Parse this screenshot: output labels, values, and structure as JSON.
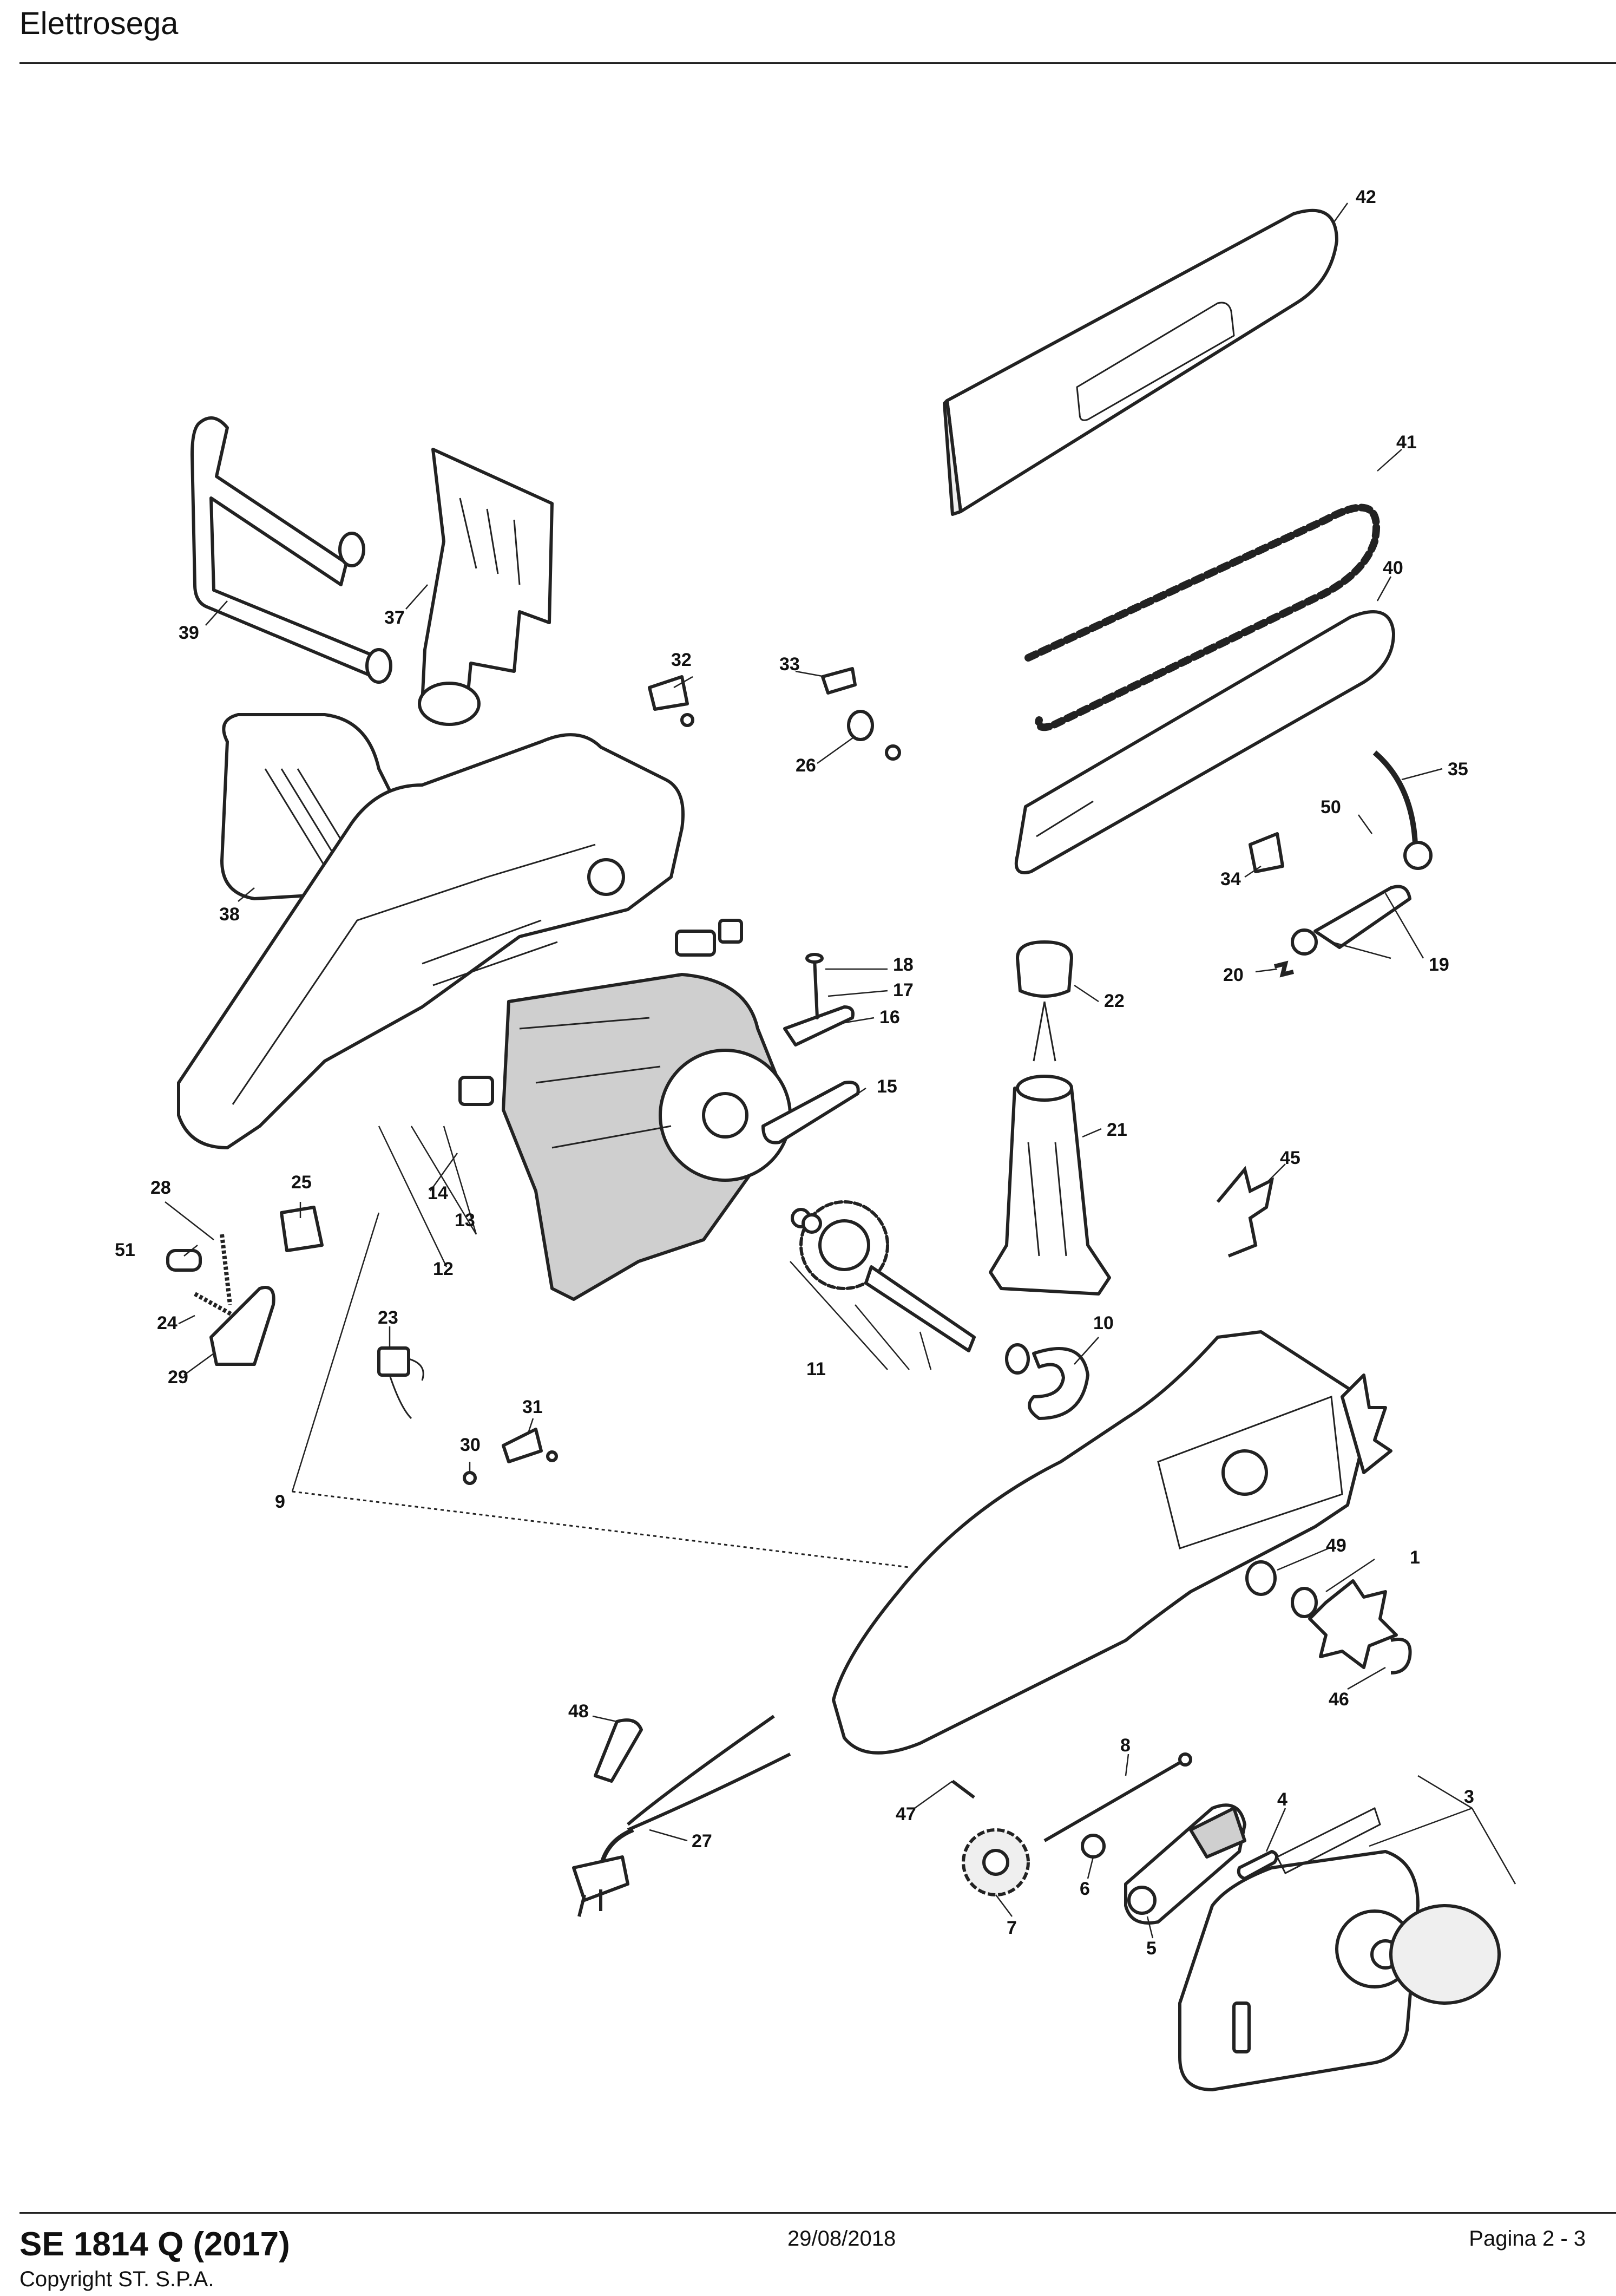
{
  "header": {
    "title": "Elettrosega"
  },
  "footer": {
    "model": "SE 1814 Q (2017)",
    "copyright": "Copyright ST. S.P.A.",
    "date": "29/08/2018",
    "page": "Pagina 2 - 3"
  },
  "callouts": {
    "c1": "1",
    "c3": "3",
    "c4": "4",
    "c5": "5",
    "c6": "6",
    "c7": "7",
    "c8": "8",
    "c9": "9",
    "c10": "10",
    "c11": "11",
    "c12": "12",
    "c13": "13",
    "c14": "14",
    "c15": "15",
    "c16": "16",
    "c17": "17",
    "c18": "18",
    "c19": "19",
    "c20": "20",
    "c21": "21",
    "c22": "22",
    "c23": "23",
    "c24": "24",
    "c25": "25",
    "c26": "26",
    "c27": "27",
    "c28": "28",
    "c29": "29",
    "c30": "30",
    "c31": "31",
    "c32": "32",
    "c33": "33",
    "c34": "34",
    "c35": "35",
    "c37": "37",
    "c38": "38",
    "c39": "39",
    "c40": "40",
    "c41": "41",
    "c42": "42",
    "c45": "45",
    "c46": "46",
    "c47": "47",
    "c48": "48",
    "c49": "49",
    "c50": "50",
    "c51": "51"
  }
}
